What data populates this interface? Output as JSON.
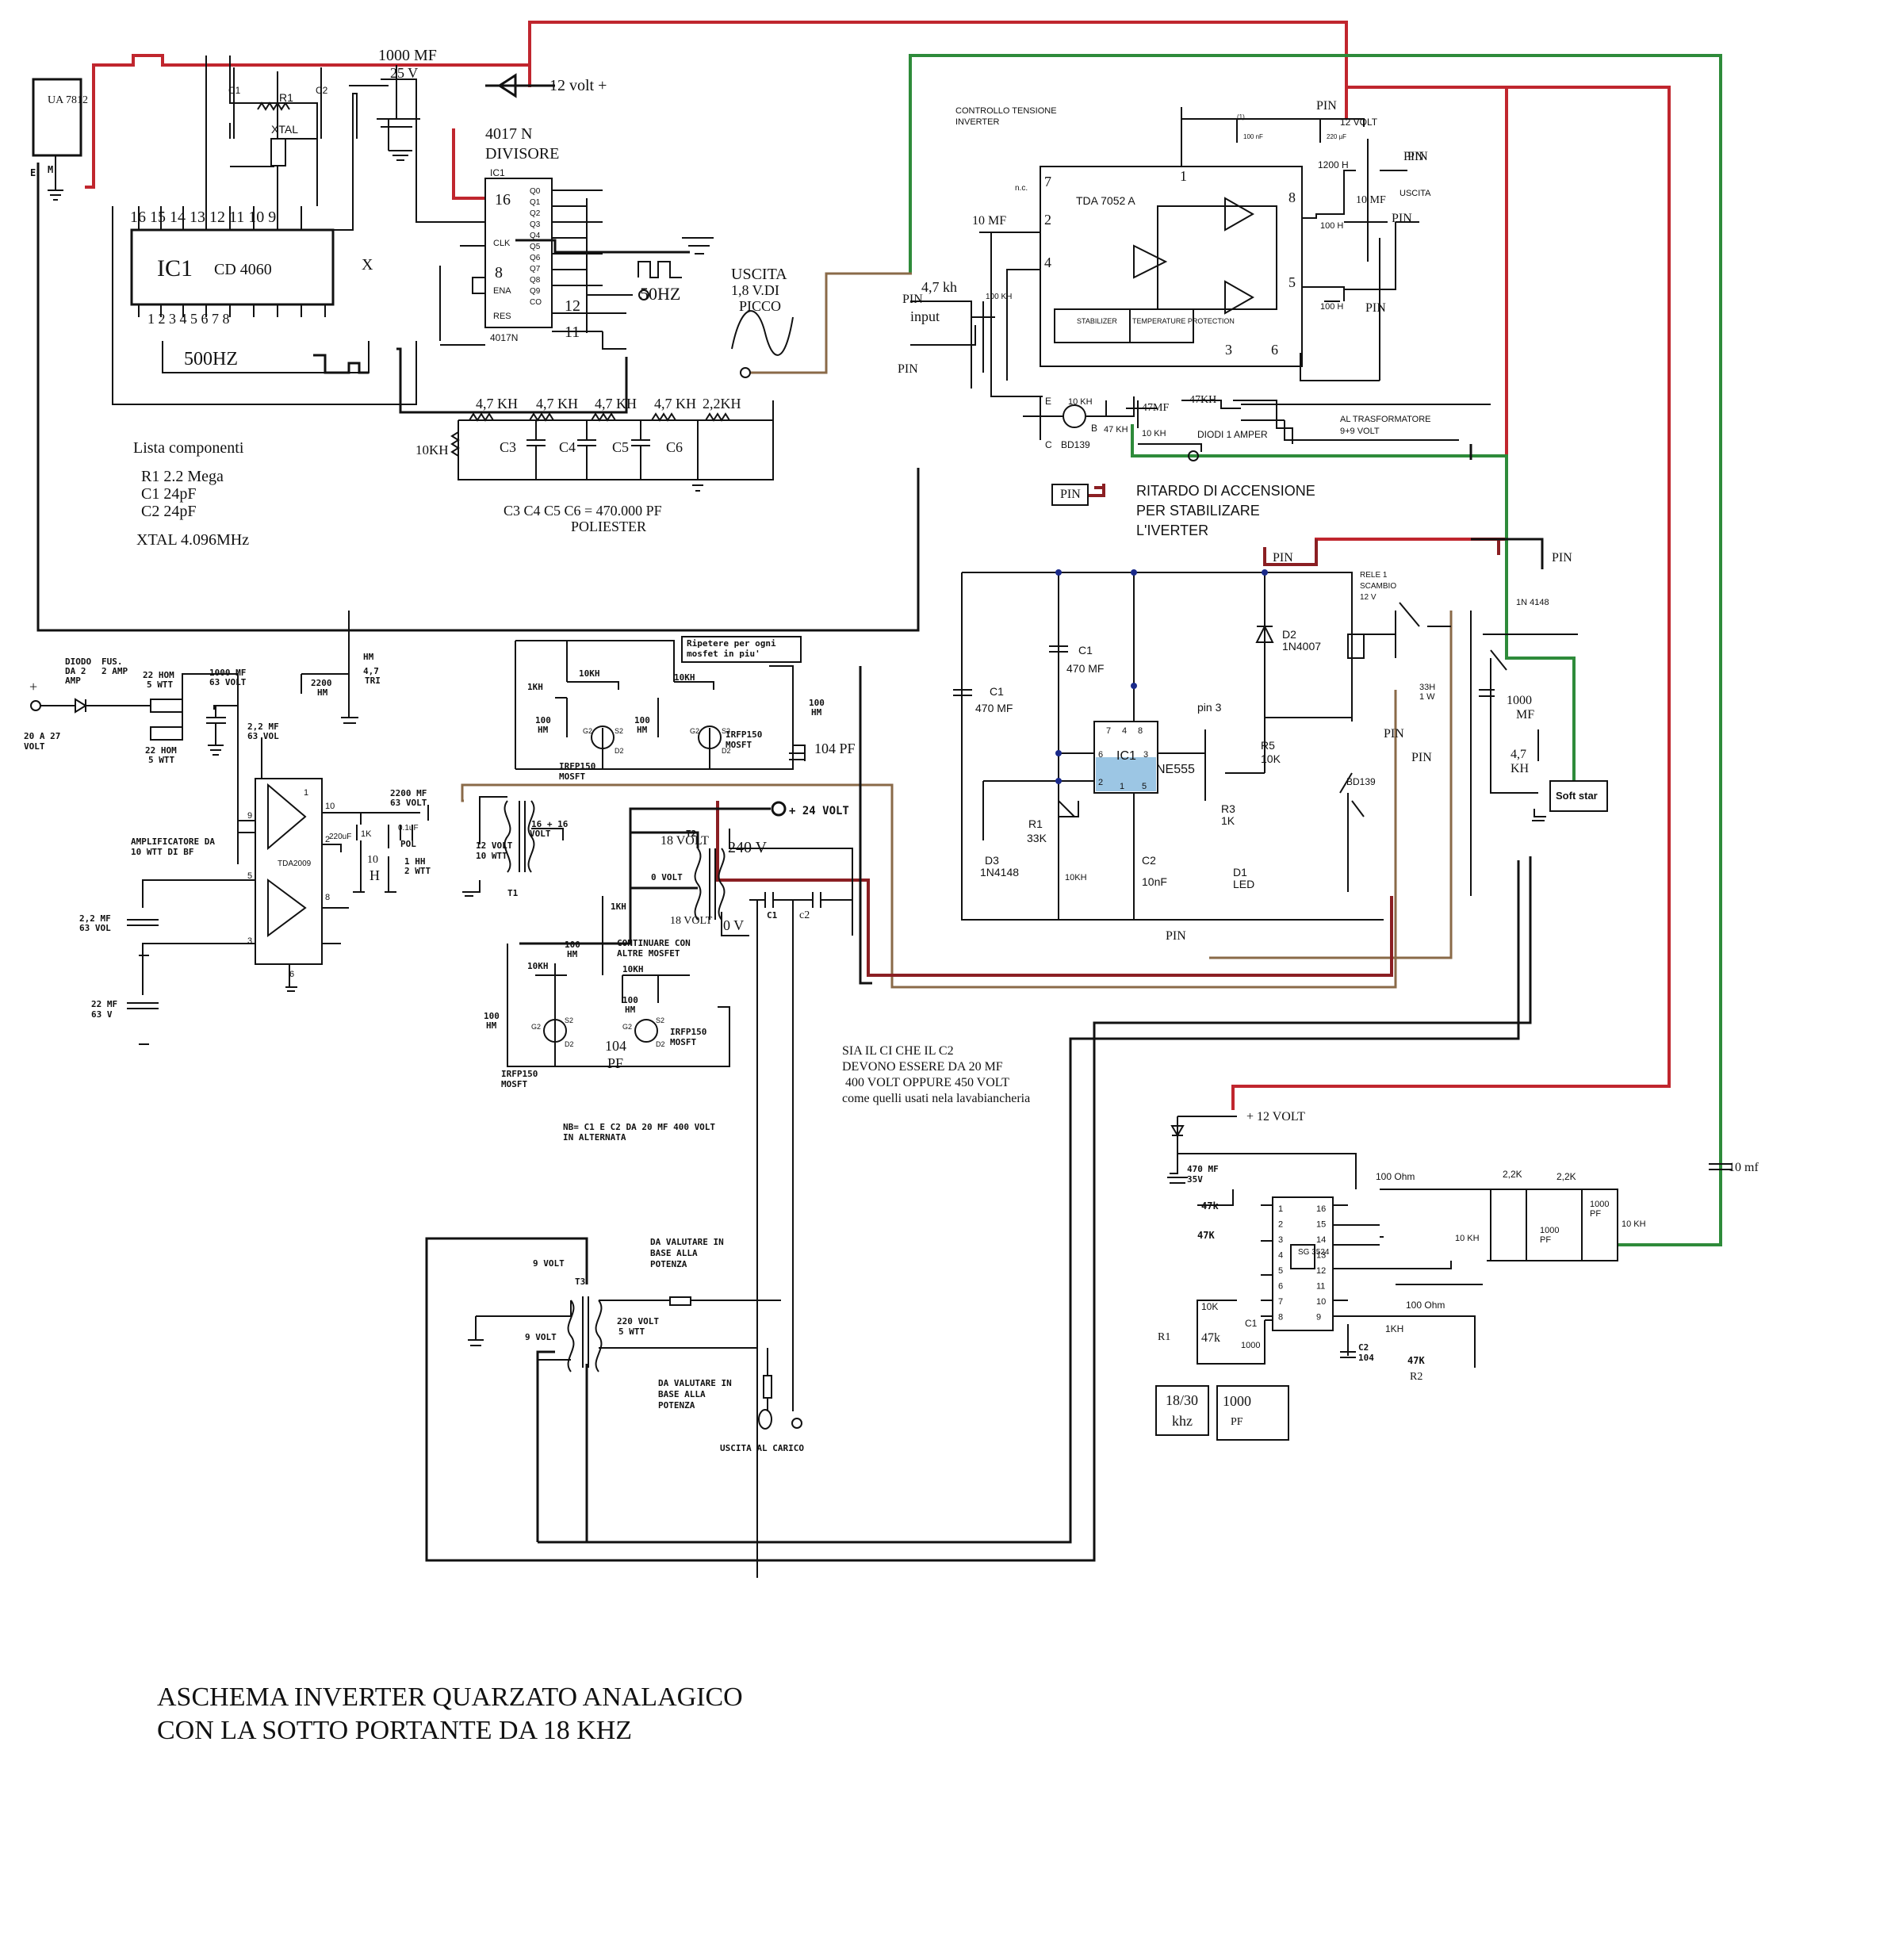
{
  "caption": {
    "line1": "ASCHEMA INVERTER QUARZATO ANALAGICO",
    "line2": "CON LA SOTTO PORTANTE DA 18 KHZ"
  },
  "oscillator": {
    "regulator": "UA\n7812",
    "reg_e": "E",
    "reg_m": "M",
    "cap_main": "1000 MF",
    "cap_main_v": "25 V",
    "supply": "12 volt +",
    "ic1_label": "IC1",
    "ic1_part": "CD 4060",
    "ic1_top_pins": "16 15 14 13 12 11 10 9",
    "ic1_bottom_pins": "1  2  3  4  5  6  7  8",
    "freq_500": "500HZ",
    "x_mark": "X",
    "xtal": "XTAL",
    "c1": "C1",
    "c2": "C2",
    "r1": "R1",
    "divider_part": "4017 N",
    "divider_role": "DIVISORE",
    "divider_ic": "IC1",
    "divider_name": "4017N",
    "divider_pin16": "16",
    "divider_pin8": "8",
    "divider_pin12": "12",
    "divider_pin11": "11",
    "divider_pins_left": [
      "CLK",
      "ENA",
      "RES"
    ],
    "divider_pins_right": [
      "Q0",
      "Q1",
      "Q2",
      "Q3",
      "Q4",
      "Q5",
      "Q6",
      "Q7",
      "Q8",
      "Q9",
      "CO"
    ],
    "freq_50": "50HZ",
    "out_label": "USCITA",
    "out_amp": "1,8 V.DI",
    "out_peak": "PICCO"
  },
  "filter": {
    "resistors": [
      "4,7 KH",
      "4,7 KH",
      "4,7 KH",
      "4,7 KH",
      "2,2KH"
    ],
    "r_left": "10KH",
    "caps": [
      "C3",
      "C4",
      "C5",
      "C6"
    ],
    "note": "C3 C4 C5 C6 = 470.000 PF",
    "note2": "POLIESTER"
  },
  "parts_list": {
    "title": "Lista componenti",
    "items": [
      "R1 2.2 Mega",
      "C1  24pF",
      "C2  24pF"
    ],
    "xtal": "XTAL  4.096MHz"
  },
  "tda7052": {
    "title": "CONTROLLO TENSIONE",
    "title2": "INVERTER",
    "part": "TDA 7052 A",
    "pin_labels": [
      "7",
      "1",
      "8",
      "2",
      "4",
      "5",
      "3",
      "6"
    ],
    "stabilizer": "STABILIZER",
    "protection": "TEMPERATURE\nPROTECTION",
    "nc": "n.c.",
    "c_100nf": "100 nF",
    "c_220": "220 µF",
    "c1_tag": "(1)",
    "in_cap": "10 MF",
    "in_res": "4,7 kh",
    "in_lbl": "input",
    "pot": "100 KH",
    "out_res": "1200 H",
    "out_cap": "10 MF",
    "out_lbl": "USCITA",
    "r100a": "100 H",
    "r100b": "100 H",
    "v12": "12 VOLT",
    "trans_b": "B",
    "trans_e": "E",
    "trans_c": "C",
    "trans": "BD139",
    "r10k": "10 KH",
    "r47": "47 KH",
    "c47": "47MF",
    "r10k2": "10 KH",
    "r47k": "47KH",
    "diodes": "DIODI 1 AMPER",
    "to_trafo": "AL TRASFORMATORE",
    "to_trafo2": "9+9 VOLT"
  },
  "delay": {
    "title": "RITARDO DI ACCENSIONE",
    "title2": "PER STABILIZARE",
    "title3": "L'IVERTER",
    "c1a": "C1",
    "c1a_v": "470 MF",
    "c1b": "C1",
    "c1b_v": "470 MF",
    "ne555": "IC1",
    "ne555_p": "NE555",
    "pin3": "pin 3",
    "r1": "R1",
    "r1v": "33K",
    "r10k": "10KH",
    "d3": "D3",
    "d3v": "1N4148",
    "c2": "C2",
    "c2v": "10nF",
    "r3": "R3",
    "r3v": "1K",
    "d1": "D1",
    "d1v": "LED",
    "r5": "R5",
    "r5v": "10K",
    "q": "BD139",
    "d2": "D2",
    "d2v": "1N4007",
    "relay": "RELE 1",
    "relay2": "SCAMBIO",
    "relay3": "12 V",
    "r33": "33H",
    "r33w": "1 W",
    "d1n4148": "1N 4148",
    "cap1000": "1000",
    "cap1000u": "MF",
    "pot47": "4,7",
    "pot47u": "KH",
    "softstar": "Soft star",
    "chip_pins_top": [
      "7",
      "4",
      "8"
    ],
    "chip_pins_mid": [
      "6",
      "3"
    ],
    "chip_pins_bot": [
      "2",
      "1",
      "5"
    ]
  },
  "amplifier": {
    "diode": "DIODO",
    "diode2": "DA 2",
    "diode3": "AMP",
    "fuse": "FUS.",
    "fuse2": "2 AMP",
    "plus": "+",
    "supply": "20 A 27",
    "supply2": "VOLT",
    "r22a": "22 HOM",
    "r22a_w": "5 WTT",
    "r22b": "22 HOM",
    "r22b_w": "5 WTT",
    "c1000": "1000 MF",
    "c1000_v": "63 VOLT",
    "c2200": "2200",
    "c2200u": "HM",
    "trim": "4,7",
    "trimu": "TRI",
    "trimhm": "HM",
    "c22": "2,2 MF",
    "c22v": "63 VOL",
    "title": "AMPLIFICATORE DA",
    "title2": "10 WTT DI BF",
    "chip": "TDA2009",
    "pins": [
      "9",
      "1",
      "10",
      "2",
      "5",
      "8",
      "3",
      "6"
    ],
    "c2200b": "2200 MF",
    "c2200b_v": "63 VOLT",
    "c01": "0.1uF",
    "pol": "POL",
    "r1k": "1K",
    "c220": "220uF",
    "r10": "10",
    "h": "H",
    "r1h": "1 HH",
    "r1hw": "2 WTT",
    "c22b": "2,2 MF",
    "c22bv": "63 VOL",
    "c22c": "22 MF",
    "c22cv": "63 V"
  },
  "power": {
    "repeat": "Ripetere per ogni",
    "repeat2": "mosfet in piu'",
    "r1k": "1KH",
    "r10ka": "10KH",
    "r10kb": "10KH",
    "r100a": "100",
    "r100au": "HM",
    "r100b": "100",
    "r100bu": "HM",
    "r100c": "100",
    "r100cu": "HM",
    "g2": "G2",
    "s2": "S2",
    "d2": "D2",
    "mos": "IRFP150",
    "mos2": "MOSFT",
    "mosb": "IRFP150",
    "mosb2": "MOSFT",
    "c104": "104 PF",
    "t1": "T1",
    "t1a": "12 VOLT",
    "t1a2": "10 WTT",
    "t1b": "16 + 16",
    "t1b2": "VOLT",
    "v24": "+ 24 VOLT",
    "t2": "T2",
    "t2a": "18 VOLT",
    "t2b": "0 VOLT",
    "t2c": "18 VOLT",
    "t2d": "240 V",
    "t2e": "0 V",
    "c1": "C1",
    "c2": "c2",
    "cont": "CONTINUARE CON",
    "cont2": "ALTRE MOSFET",
    "r1k2": "1KH",
    "r10kc": "10KH",
    "r10kd": "10KH",
    "r100d": "100",
    "r100du": "HM",
    "r100e": "100",
    "r100eu": "HM",
    "r100f": "100",
    "r100fu": "HM",
    "mosc": "IRFP150",
    "mosc2": "MOSFT",
    "mosd": "IRFP150",
    "mosd2": "MOSFT",
    "c104b": "104",
    "c104bu": "PF",
    "note1": "SIA IL CI CHE IL C2",
    "note2": "DEVONO ESSERE DA 20 MF",
    "note3": "400 VOLT OPPURE 450 VOLT",
    "note4": "come quelli usati nela lavabiancheria",
    "nb": "NB= C1 E C2 DA 20 MF 400 VOLT",
    "nb2": "IN ALTERNATA"
  },
  "output": {
    "t3": "T3",
    "t3a": "9 VOLT",
    "t3b": "9 VOLT",
    "t3c": "220 VOLT",
    "t3c2": "5 WTT",
    "val1": "DA VALUTARE IN",
    "val1b": "BASE ALLA",
    "val1c": "POTENZA",
    "val2": "DA VALUTARE IN",
    "val2b": "BASE ALLA",
    "val2c": "POTENZA",
    "load": "USCITA AL CARICO"
  },
  "pwm": {
    "v12": "+ 12 VOLT",
    "c470": "470 MF",
    "c470v": "35V",
    "r47a": "47k",
    "r47b": "47K",
    "r100": "100 Ohm",
    "r100b": "100 Ohm",
    "r22a": "2,2K",
    "r22b": "2,2K",
    "r10k": "10 KH",
    "c1000a": "1000",
    "c1000au": "PF",
    "c1000b": "1000",
    "c1000bu": "PF",
    "pot10": "10 KH",
    "c10mf": "10 mf",
    "chip": "SG\n3524",
    "pins_left": [
      "1",
      "2",
      "3",
      "4",
      "5",
      "6",
      "7",
      "8"
    ],
    "pins_right": [
      "16",
      "15",
      "14",
      "13",
      "12",
      "11",
      "10",
      "9"
    ],
    "r10kb": "10K",
    "r1": "R1",
    "r1v": "47k",
    "c1": "C1",
    "c1v": "1000",
    "r1kh": "1KH",
    "c2": "C2",
    "c2v": "104",
    "r47k": "47K",
    "r2": "R2",
    "box1": "18/30",
    "box1b": "khz",
    "box2": "1000",
    "box2b": "PF"
  },
  "pins": {
    "label": "PIN"
  }
}
